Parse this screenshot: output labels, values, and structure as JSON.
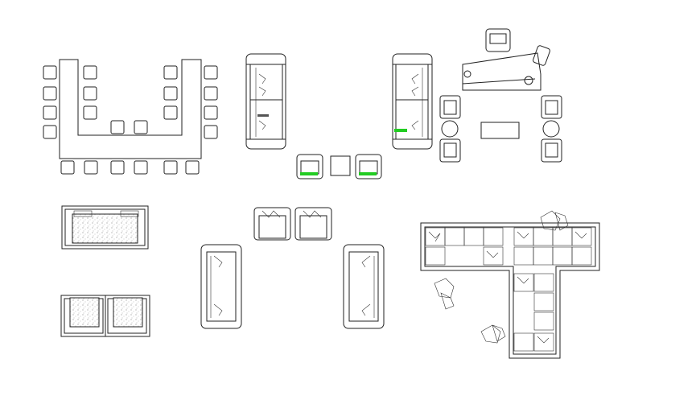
{
  "drawing": {
    "background": "#ffffff",
    "line_color": "#222222",
    "accent_color": "#22cc22",
    "blocks": [
      "conference-table-set",
      "sofa-plan-left",
      "sofa-plan-right",
      "armchair-pair-with-side-table",
      "reception-desk-lounge-set",
      "sofa-with-cushions",
      "armchair-pair-stippled",
      "armchair-pair-top",
      "sofa-side-view-left",
      "sofa-side-view-right",
      "sectional-sofa-l-shape",
      "scattered-cushions"
    ]
  }
}
